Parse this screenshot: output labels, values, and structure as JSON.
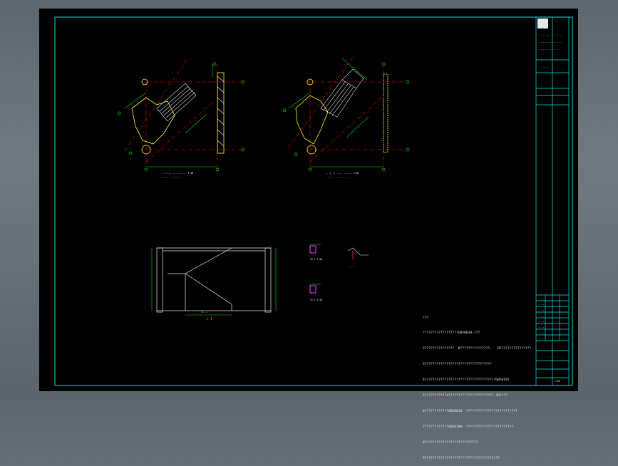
{
  "drawing": {
    "plan_left_title": "-- (--)  ---- ------ 1:50",
    "plan_left_sub": "----- ---------",
    "plan_right_title": "-- (--)  ---- ------ 1:50",
    "plan_right_sub": "----- ---------",
    "section_label": "1-1",
    "section_dim": "2-----",
    "detail_a_label": "TZ-1 1:20",
    "detail_b_label": "TZ-2 1:20",
    "detail_c_label": "-----"
  },
  "notes": {
    "lines": [
      "???",
      "??????????????????GB50010-???",
      "2???????????????  B???????????????,   B????????????????",
      "3??????????????????????????????????",
      "4????????????????????????????????????GB50107",
      "5???????????4??????????????????????? 3D????",
      "6????????????GB50010--??????????????????????????",
      "7????????????GB50108--????????????????????????",
      "8???????????????????????????",
      "9??????????????????????????????????1???"
    ]
  },
  "title_block": {
    "company_lines": [
      "-------- ------",
      "---------------",
      "-------------"
    ],
    "project": "------",
    "row_labels": [
      "----",
      "----",
      "----",
      "----",
      "----",
      "----",
      "----",
      "----"
    ],
    "drawing_no": "----",
    "scale": "1:50"
  },
  "colors": {
    "frame": "#00e5e5",
    "axis": "#d40000",
    "wall": "#ffff00",
    "dim": "#00d800",
    "text": "#f2f2f2"
  }
}
